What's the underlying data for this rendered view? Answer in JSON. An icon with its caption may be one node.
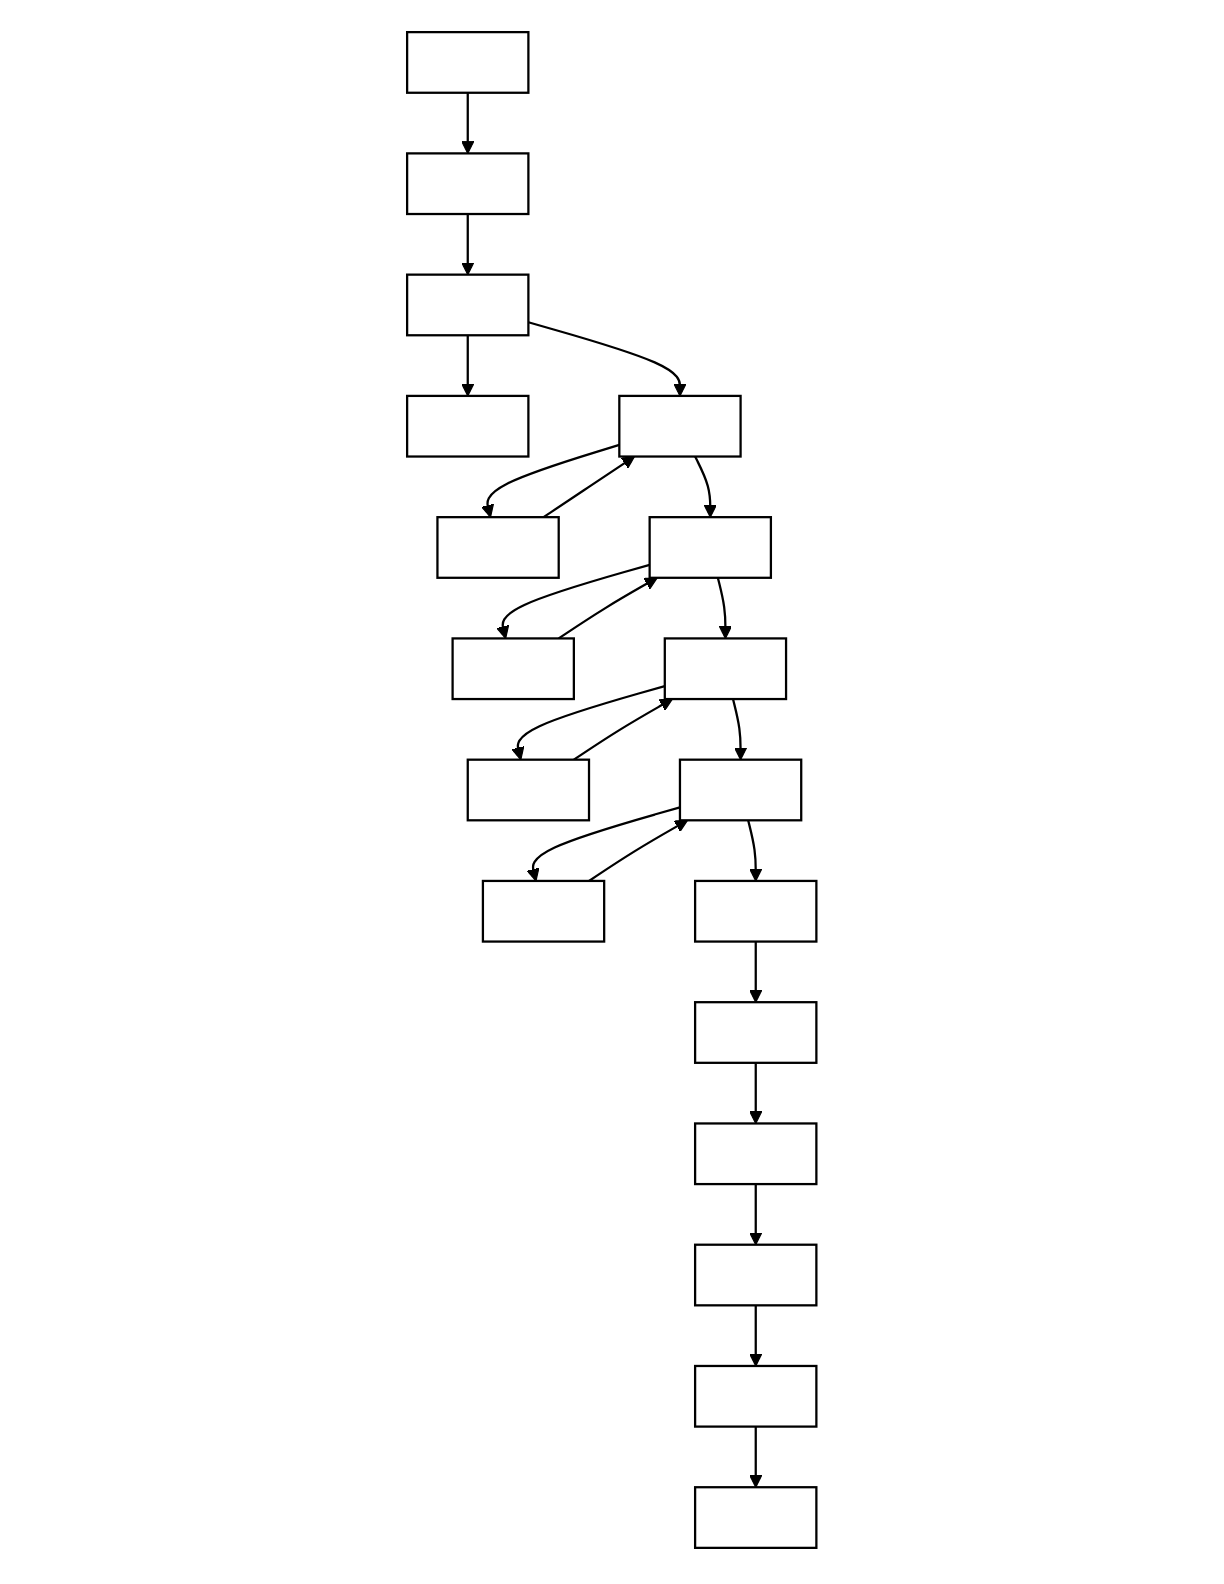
{
  "diagram": {
    "nodes": [
      {
        "text": [],
        "shape": "box"
      },
      {
        "text": [],
        "shape": "box"
      },
      {
        "text": [],
        "shape": "box"
      },
      {
        "text": [],
        "shape": "box"
      },
      {
        "text": [],
        "shape": "box"
      },
      {
        "text": [],
        "shape": "box"
      },
      {
        "text": [],
        "shape": "box"
      },
      {
        "text": [],
        "shape": "box"
      },
      {
        "text": [],
        "shape": "box"
      },
      {
        "text": [],
        "shape": "box"
      },
      {
        "text": [],
        "shape": "box"
      },
      {
        "text": [],
        "shape": "box"
      },
      {
        "text": [],
        "shape": "box"
      },
      {
        "text": [],
        "shape": "box"
      },
      {
        "text": [],
        "shape": "box"
      },
      {
        "text": [],
        "shape": "box"
      },
      {
        "text": [],
        "shape": "box"
      },
      {
        "text": [],
        "shape": "box"
      }
    ],
    "edges": [
      {
        "from": 0,
        "to": 1,
        "arrow": "to"
      },
      {
        "from": 1,
        "to": 2,
        "arrow": "to"
      },
      {
        "from": 2,
        "to": 3,
        "arrow": "to"
      },
      {
        "from": 2,
        "to": 4,
        "arrow": "to"
      },
      {
        "from": 4,
        "to": 5,
        "arrow": "to"
      },
      {
        "from": 5,
        "to": 4,
        "arrow": "to"
      },
      {
        "from": 4,
        "to": 6,
        "arrow": "to"
      },
      {
        "from": 6,
        "to": 7,
        "arrow": "to"
      },
      {
        "from": 7,
        "to": 6,
        "arrow": "to"
      },
      {
        "from": 6,
        "to": 8,
        "arrow": "to"
      },
      {
        "from": 8,
        "to": 9,
        "arrow": "to"
      },
      {
        "from": 9,
        "to": 8,
        "arrow": "to"
      },
      {
        "from": 8,
        "to": 10,
        "arrow": "to"
      },
      {
        "from": 10,
        "to": 11,
        "arrow": "to"
      },
      {
        "from": 11,
        "to": 10,
        "arrow": "to"
      },
      {
        "from": 10,
        "to": 12,
        "arrow": "to"
      },
      {
        "from": 12,
        "to": 13,
        "arrow": "to"
      },
      {
        "from": 13,
        "to": 14,
        "arrow": "to"
      },
      {
        "from": 14,
        "to": 15,
        "arrow": "to"
      },
      {
        "from": 15,
        "to": 16,
        "arrow": "to"
      },
      {
        "from": 16,
        "to": 17,
        "arrow": "to"
      }
    ]
  }
}
